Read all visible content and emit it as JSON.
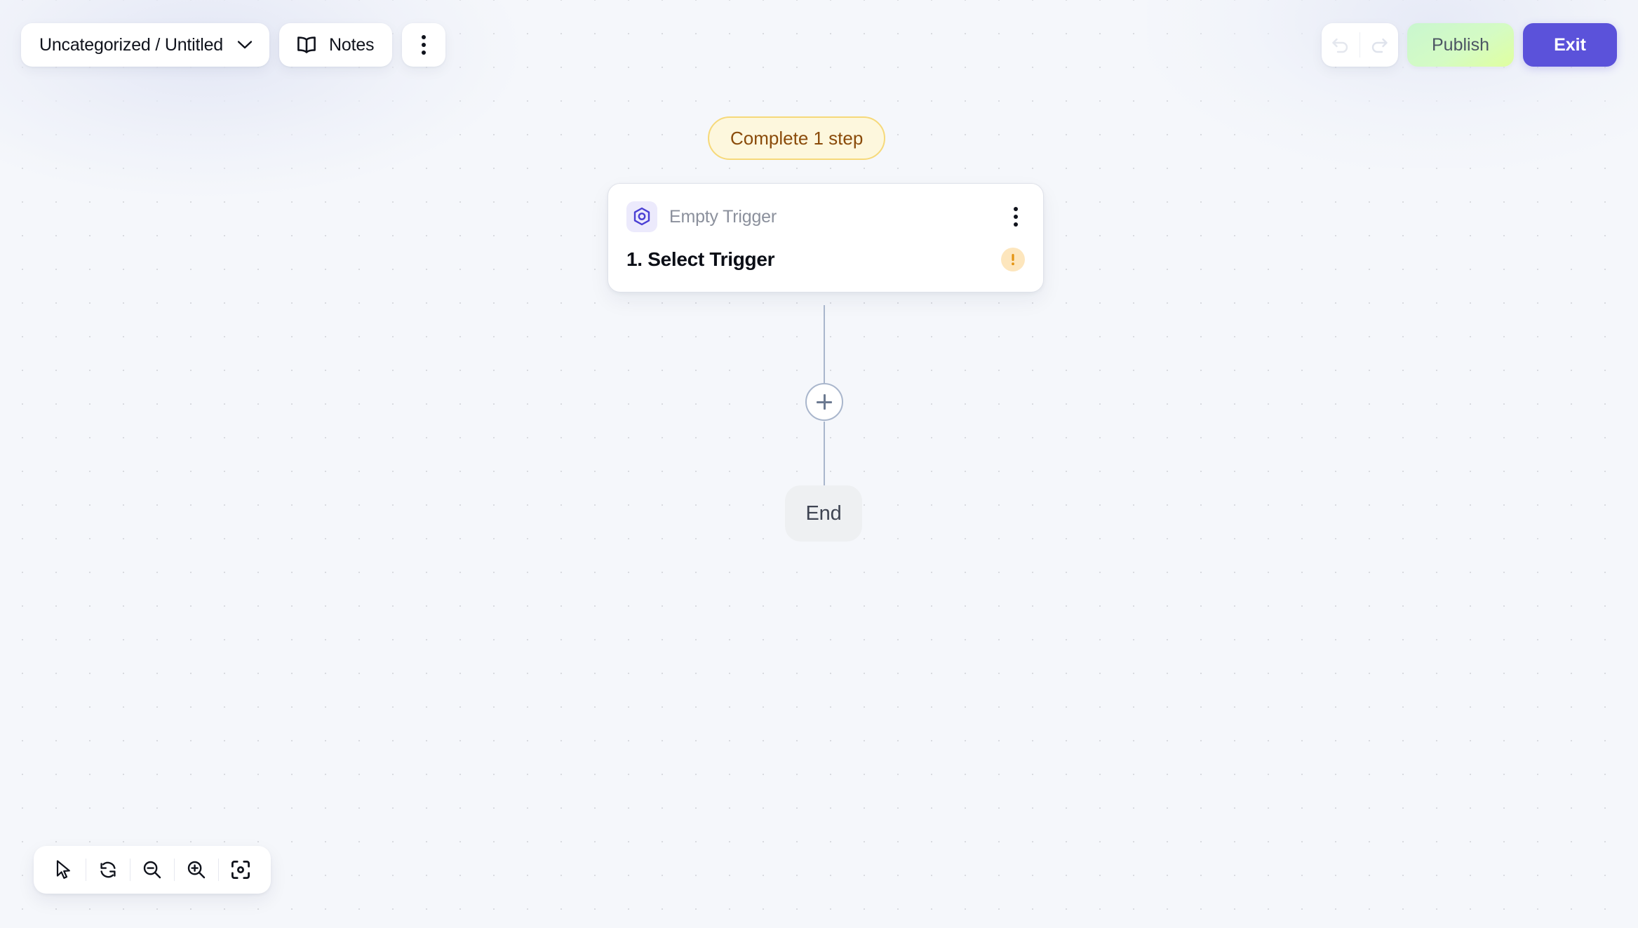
{
  "header": {
    "breadcrumb": {
      "label": "Uncategorized / Untitled",
      "icon": "chevron-down-icon"
    },
    "notes": {
      "label": "Notes",
      "icon": "book-icon"
    },
    "more": {
      "icon": "kebab-menu-icon"
    },
    "undo": {
      "icon": "undo-icon",
      "enabled": false
    },
    "redo": {
      "icon": "redo-icon",
      "enabled": false
    },
    "publish": {
      "label": "Publish"
    },
    "exit": {
      "label": "Exit"
    }
  },
  "flow": {
    "badge": {
      "label": "Complete 1 step"
    },
    "trigger_node": {
      "type_label": "Empty Trigger",
      "title": "1. Select Trigger",
      "icon": "hexagon-node-icon",
      "menu_icon": "kebab-menu-icon",
      "status_icon": "warning-icon"
    },
    "add_node": {
      "icon": "plus-icon"
    },
    "end_node": {
      "label": "End"
    }
  },
  "toolbar": {
    "items": [
      {
        "name": "pointer-tool",
        "icon": "cursor-icon"
      },
      {
        "name": "reset-view-tool",
        "icon": "refresh-icon"
      },
      {
        "name": "zoom-out-tool",
        "icon": "zoom-out-icon"
      },
      {
        "name": "zoom-in-tool",
        "icon": "zoom-in-icon"
      },
      {
        "name": "fit-view-tool",
        "icon": "focus-frame-icon"
      }
    ]
  },
  "colors": {
    "canvas_bg": "#f5f7fb",
    "grid_dot": "#d9dbe0",
    "accent_indigo": "#5b52da",
    "publish_gradient_start": "#c9f6cf",
    "publish_gradient_end": "#e0ff9f",
    "badge_bg": "#fdf7dd",
    "badge_border": "#f6d97a",
    "badge_text": "#8a4b0a",
    "warning_bg": "#fde6bd",
    "warning_fg": "#e39412",
    "edge_line": "#a9b6cc",
    "end_node_bg": "#eef0f2"
  }
}
